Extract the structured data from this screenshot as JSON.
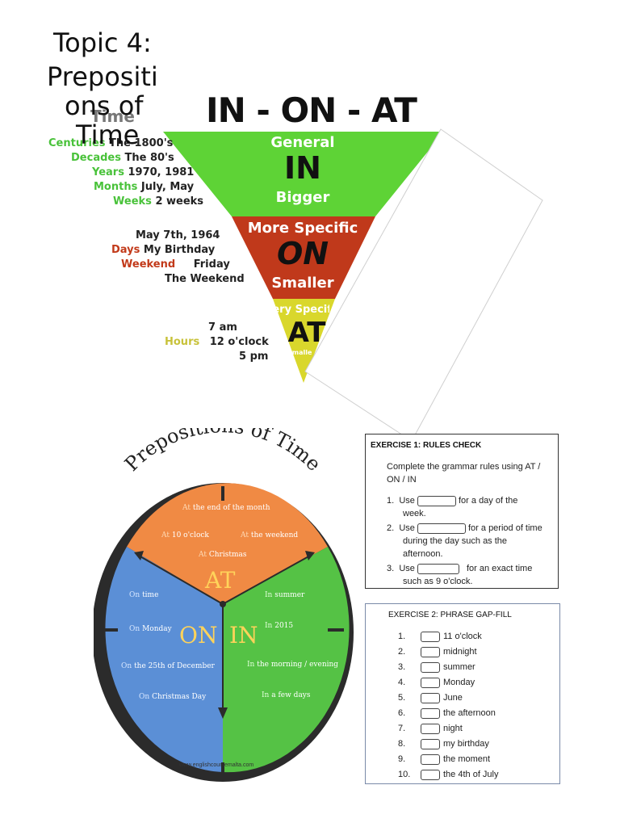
{
  "title": {
    "line1": "Topic 4:",
    "line2": "Prepositi",
    "line3": "ons of",
    "line4": "Time"
  },
  "triangle": {
    "heading": "IN - ON - AT",
    "left_header": "Time",
    "bands": [
      {
        "top_word": "General",
        "big_word": "IN",
        "bottom_word": "Bigger",
        "color": "#5ed336"
      },
      {
        "top_word": "More Specific",
        "big_word": "ON",
        "bottom_word": "Smaller",
        "color": "#c0391b"
      },
      {
        "top_word": "Very Specific",
        "big_word": "AT",
        "bottom_word": "Smallest",
        "color": "#d9d72c"
      }
    ],
    "in_rows": [
      {
        "cat": "Centuries",
        "val": "The 1800's"
      },
      {
        "cat": "Decades",
        "val": "The 80's"
      },
      {
        "cat": "Years",
        "val": "1970, 1981"
      },
      {
        "cat": "Months",
        "val": "July, May"
      },
      {
        "cat": "Weeks",
        "val": "2 weeks"
      }
    ],
    "on_rows": [
      {
        "cat": "",
        "val": "May 7th, 1964"
      },
      {
        "cat": "Days",
        "val": "My Birthday"
      },
      {
        "cat": "Weekend",
        "val": "Friday"
      },
      {
        "cat": "",
        "val": "The Weekend"
      }
    ],
    "at_rows": [
      {
        "cat": "",
        "val": "7 am"
      },
      {
        "cat": "Hours",
        "val": "12 o'clock"
      },
      {
        "cat": "",
        "val": "5 pm"
      }
    ]
  },
  "clock": {
    "title": "Prepositions of Time",
    "at_word": "AT",
    "on_word": "ON",
    "in_word": "IN",
    "at_items": [
      {
        "p": "At",
        "t": "the end of the month"
      },
      {
        "p": "At",
        "t": "10 o'clock"
      },
      {
        "p": "At",
        "t": "the weekend"
      },
      {
        "p": "At",
        "t": "Christmas"
      }
    ],
    "on_items": [
      {
        "p": "On",
        "t": "time"
      },
      {
        "p": "On",
        "t": "Monday"
      },
      {
        "p": "On",
        "t": "the 25th of December"
      },
      {
        "p": "On",
        "t": "Christmas Day"
      }
    ],
    "in_items": [
      {
        "p": "In",
        "t": "summer"
      },
      {
        "p": "In",
        "t": "2015"
      },
      {
        "p": "In",
        "t": "the morning / evening"
      },
      {
        "p": "In",
        "t": "a few days"
      }
    ],
    "footer": "www.englishcoursemalta.com",
    "colors": {
      "at": "#f08a44",
      "on": "#5b8fd6",
      "in": "#55c245",
      "rim": "#2b2b2b"
    }
  },
  "exercise1": {
    "heading": "EXERCISE 1: RULES CHECK",
    "intro1": "Complete the grammar rules using AT /",
    "intro2": "ON / IN",
    "items": [
      {
        "n": "1.",
        "a": "Use",
        "b": "for a day of the",
        "c": "week."
      },
      {
        "n": "2.",
        "a": "Use",
        "b": "for a period of time",
        "c": "during the day such as the",
        "d": "afternoon."
      },
      {
        "n": "3.",
        "a": "Use",
        "b": "for an exact time",
        "c": "such as 9 o'clock."
      }
    ]
  },
  "exercise2": {
    "heading": "EXERCISE 2: PHRASE GAP-FILL",
    "items": [
      {
        "n": "1.",
        "t": "11 o'clock"
      },
      {
        "n": "2.",
        "t": "midnight"
      },
      {
        "n": "3.",
        "t": "summer"
      },
      {
        "n": "4.",
        "t": "Monday"
      },
      {
        "n": "5.",
        "t": "June"
      },
      {
        "n": "6.",
        "t": "the afternoon"
      },
      {
        "n": "7.",
        "t": "night"
      },
      {
        "n": "8.",
        "t": "my birthday"
      },
      {
        "n": "9.",
        "t": "the moment"
      },
      {
        "n": "10.",
        "t": "the 4th of July"
      }
    ]
  }
}
